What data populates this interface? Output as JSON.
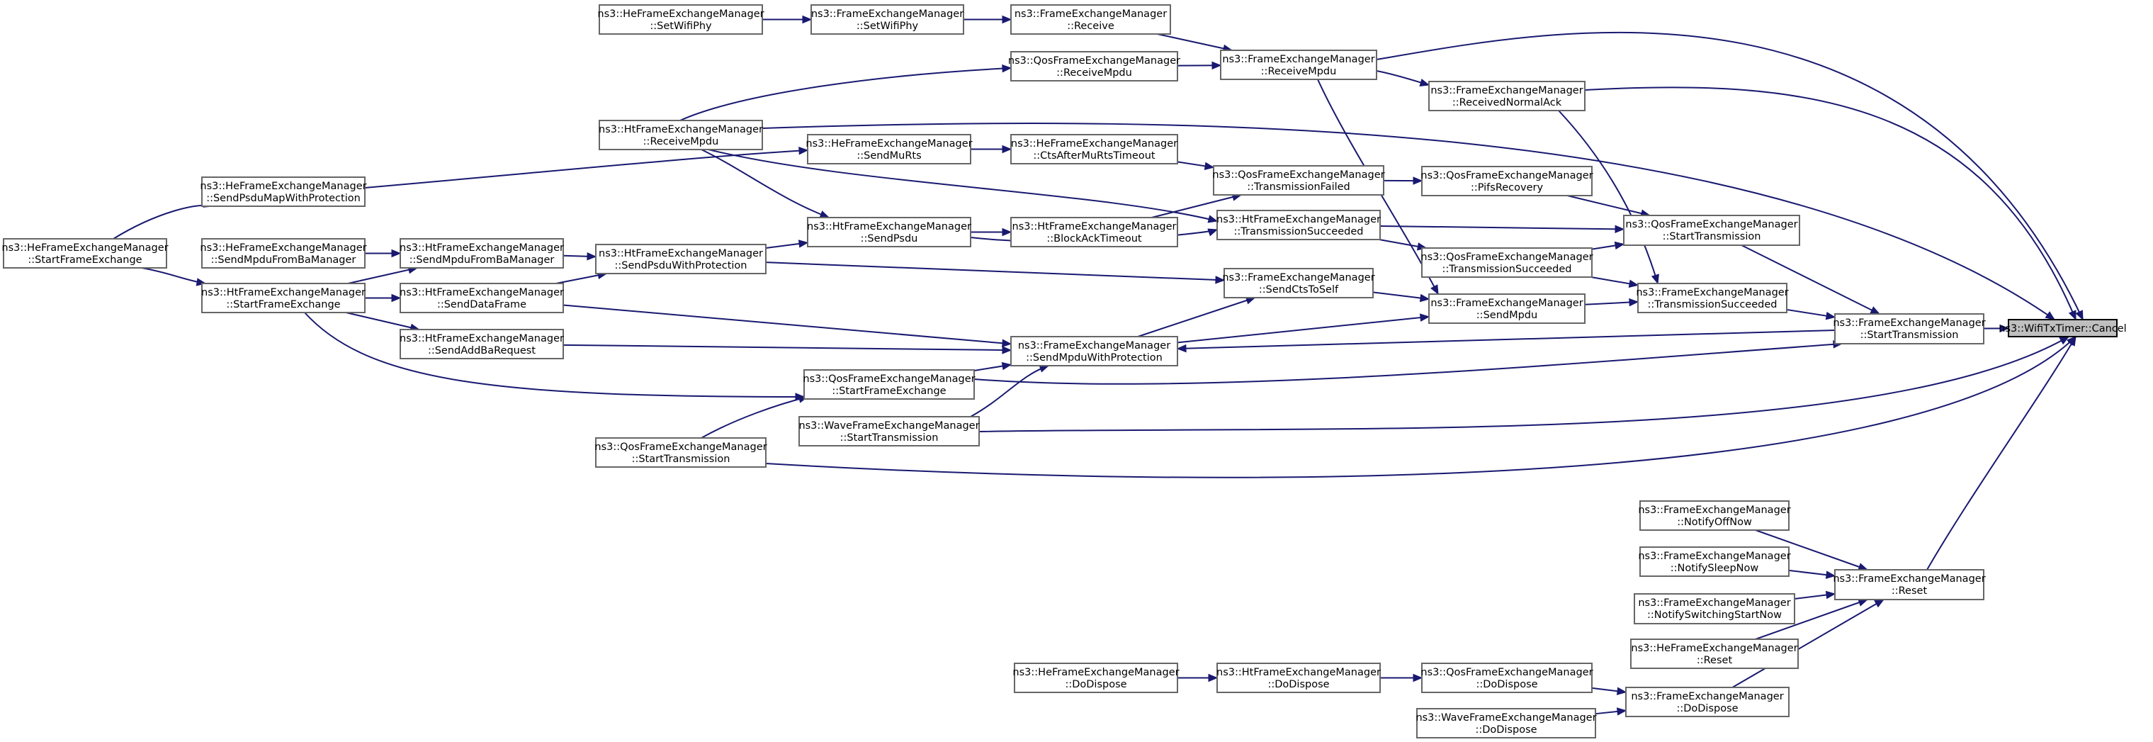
{
  "diagram": {
    "title": "",
    "nodes": [
      {
        "id": "root",
        "line1": "ns3::WifiTxTimer::Cancel",
        "line2": "",
        "root": true
      },
      {
        "id": "fem_starttx",
        "line1": "ns3::FrameExchangeManager",
        "line2": "::StartTransmission"
      },
      {
        "id": "fem_reset",
        "line1": "ns3::FrameExchangeManager",
        "line2": "::Reset"
      },
      {
        "id": "fem_dodispose",
        "line1": "ns3::FrameExchangeManager",
        "line2": "::DoDispose"
      },
      {
        "id": "fem_notifyoff",
        "line1": "ns3::FrameExchangeManager",
        "line2": "::NotifyOffNow"
      },
      {
        "id": "fem_notifysleep",
        "line1": "ns3::FrameExchangeManager",
        "line2": "::NotifySleepNow"
      },
      {
        "id": "fem_notifyswitch",
        "line1": "ns3::FrameExchangeManager",
        "line2": "::NotifySwitchingStartNow"
      },
      {
        "id": "hefem_reset",
        "line1": "ns3::HeFrameExchangeManager",
        "line2": "::Reset"
      },
      {
        "id": "qos_dodispose",
        "line1": "ns3::QosFrameExchangeManager",
        "line2": "::DoDispose"
      },
      {
        "id": "wave_dodispose",
        "line1": "ns3::WaveFrameExchangeManager",
        "line2": "::DoDispose"
      },
      {
        "id": "ht_dodispose",
        "line1": "ns3::HtFrameExchangeManager",
        "line2": "::DoDispose"
      },
      {
        "id": "he_dodispose",
        "line1": "ns3::HeFrameExchangeManager",
        "line2": "::DoDispose"
      },
      {
        "id": "qos_starttx",
        "line1": "ns3::QosFrameExchangeManager",
        "line2": "::StartTransmission"
      },
      {
        "id": "fem_txsucc",
        "line1": "ns3::FrameExchangeManager",
        "line2": "::TransmissionSucceeded"
      },
      {
        "id": "qos_txsucc",
        "line1": "ns3::QosFrameExchangeManager",
        "line2": "::TransmissionSucceeded"
      },
      {
        "id": "ht_txsucc",
        "line1": "ns3::HtFrameExchangeManager",
        "line2": "::TransmissionSucceeded"
      },
      {
        "id": "fem_sendmpdu",
        "line1": "ns3::FrameExchangeManager",
        "line2": "::SendMpdu"
      },
      {
        "id": "fem_sendcts",
        "line1": "ns3::FrameExchangeManager",
        "line2": "::SendCtsToSelf"
      },
      {
        "id": "fem_smwp",
        "line1": "ns3::FrameExchangeManager",
        "line2": "::SendMpduWithProtection"
      },
      {
        "id": "qos_pifs",
        "line1": "ns3::QosFrameExchangeManager",
        "line2": "::PifsRecovery"
      },
      {
        "id": "qos_txfail",
        "line1": "ns3::QosFrameExchangeManager",
        "line2": "::TransmissionFailed"
      },
      {
        "id": "fem_rna",
        "line1": "ns3::FrameExchangeManager",
        "line2": "::ReceivedNormalAck"
      },
      {
        "id": "fem_recvmpdu",
        "line1": "ns3::FrameExchangeManager",
        "line2": "::ReceiveMpdu"
      },
      {
        "id": "qos_recvmpdu",
        "line1": "ns3::QosFrameExchangeManager",
        "line2": "::ReceiveMpdu"
      },
      {
        "id": "fem_receive",
        "line1": "ns3::FrameExchangeManager",
        "line2": "::Receive"
      },
      {
        "id": "fem_setwifiphy",
        "line1": "ns3::FrameExchangeManager",
        "line2": "::SetWifiPhy"
      },
      {
        "id": "he_setwifiphy",
        "line1": "ns3::HeFrameExchangeManager",
        "line2": "::SetWifiPhy"
      },
      {
        "id": "ht_recvmpdu",
        "line1": "ns3::HtFrameExchangeManager",
        "line2": "::ReceiveMpdu"
      },
      {
        "id": "he_ctsafter",
        "line1": "ns3::HeFrameExchangeManager",
        "line2": "::CtsAfterMuRtsTimeout"
      },
      {
        "id": "he_sendmurts",
        "line1": "ns3::HeFrameExchangeManager",
        "line2": "::SendMuRts"
      },
      {
        "id": "he_spmwp",
        "line1": "ns3::HeFrameExchangeManager",
        "line2": "::SendPsduMapWithProtection"
      },
      {
        "id": "he_sfe",
        "line1": "ns3::HeFrameExchangeManager",
        "line2": "::StartFrameExchange"
      },
      {
        "id": "ht_blockack",
        "line1": "ns3::HtFrameExchangeManager",
        "line2": "::BlockAckTimeout"
      },
      {
        "id": "ht_sendpsdu",
        "line1": "ns3::HtFrameExchangeManager",
        "line2": "::SendPsdu"
      },
      {
        "id": "ht_spwp",
        "line1": "ns3::HtFrameExchangeManager",
        "line2": "::SendPsduWithProtection"
      },
      {
        "id": "ht_smfbam",
        "line1": "ns3::HtFrameExchangeManager",
        "line2": "::SendMpduFromBaManager"
      },
      {
        "id": "he_smfbam",
        "line1": "ns3::HeFrameExchangeManager",
        "line2": "::SendMpduFromBaManager"
      },
      {
        "id": "ht_sdf",
        "line1": "ns3::HtFrameExchangeManager",
        "line2": "::SendDataFrame"
      },
      {
        "id": "ht_sfe",
        "line1": "ns3::HtFrameExchangeManager",
        "line2": "::StartFrameExchange"
      },
      {
        "id": "ht_sabr",
        "line1": "ns3::HtFrameExchangeManager",
        "line2": "::SendAddBaRequest"
      },
      {
        "id": "qos_sfe",
        "line1": "ns3::QosFrameExchangeManager",
        "line2": "::StartFrameExchange"
      },
      {
        "id": "wave_starttx",
        "line1": "ns3::WaveFrameExchangeManager",
        "line2": "::StartTransmission"
      },
      {
        "id": "qos_starttx2",
        "line1": "ns3::QosFrameExchangeManager",
        "line2": "::StartTransmission"
      }
    ],
    "edges": [
      {
        "from": "fem_starttx",
        "to": "root"
      },
      {
        "from": "fem_reset",
        "to": "root"
      },
      {
        "from": "fem_recvmpdu",
        "to": "root"
      },
      {
        "from": "fem_rna",
        "to": "root"
      },
      {
        "from": "ht_recvmpdu",
        "to": "root"
      },
      {
        "from": "wave_starttx",
        "to": "root"
      },
      {
        "from": "qos_starttx2",
        "to": "root"
      },
      {
        "from": "fem_notifyoff",
        "to": "fem_reset"
      },
      {
        "from": "fem_notifysleep",
        "to": "fem_reset"
      },
      {
        "from": "fem_notifyswitch",
        "to": "fem_reset"
      },
      {
        "from": "hefem_reset",
        "to": "fem_reset"
      },
      {
        "from": "fem_dodispose",
        "to": "fem_reset"
      },
      {
        "from": "qos_dodispose",
        "to": "fem_dodispose"
      },
      {
        "from": "wave_dodispose",
        "to": "fem_dodispose"
      },
      {
        "from": "ht_dodispose",
        "to": "qos_dodispose"
      },
      {
        "from": "he_dodispose",
        "to": "ht_dodispose"
      },
      {
        "from": "qos_starttx",
        "to": "fem_starttx"
      },
      {
        "from": "fem_txsucc",
        "to": "fem_starttx"
      },
      {
        "from": "fem_starttx",
        "to": "fem_smwp"
      },
      {
        "from": "qos_sfe",
        "to": "fem_starttx"
      },
      {
        "from": "qos_pifs",
        "to": "qos_starttx"
      },
      {
        "from": "ht_txsucc",
        "to": "qos_starttx"
      },
      {
        "from": "qos_txsucc",
        "to": "qos_starttx"
      },
      {
        "from": "fem_rna",
        "to": "fem_txsucc"
      },
      {
        "from": "fem_sendmpdu",
        "to": "fem_txsucc"
      },
      {
        "from": "qos_txsucc",
        "to": "fem_txsucc"
      },
      {
        "from": "fem_sendcts",
        "to": "fem_sendmpdu"
      },
      {
        "from": "fem_smwp",
        "to": "fem_sendcts"
      },
      {
        "from": "fem_smwp",
        "to": "fem_sendmpdu"
      },
      {
        "from": "fem_recvmpdu",
        "to": "fem_sendmpdu"
      },
      {
        "from": "fem_recvmpdu",
        "to": "fem_rna"
      },
      {
        "from": "ht_txsucc",
        "to": "qos_txsucc"
      },
      {
        "from": "qos_txfail",
        "to": "qos_pifs"
      },
      {
        "from": "ht_sendpsdu",
        "to": "ht_txsucc"
      },
      {
        "from": "ht_recvmpdu",
        "to": "ht_txsucc"
      },
      {
        "from": "fem_receive",
        "to": "fem_recvmpdu"
      },
      {
        "from": "qos_recvmpdu",
        "to": "fem_recvmpdu"
      },
      {
        "from": "fem_setwifiphy",
        "to": "fem_receive"
      },
      {
        "from": "he_setwifiphy",
        "to": "fem_setwifiphy"
      },
      {
        "from": "ht_recvmpdu",
        "to": "qos_recvmpdu"
      },
      {
        "from": "he_ctsafter",
        "to": "qos_txfail"
      },
      {
        "from": "ht_blockack",
        "to": "qos_txfail"
      },
      {
        "from": "he_sendmurts",
        "to": "he_ctsafter"
      },
      {
        "from": "he_spmwp",
        "to": "he_sendmurts"
      },
      {
        "from": "he_sfe",
        "to": "he_spmwp"
      },
      {
        "from": "ht_sendpsdu",
        "to": "ht_blockack"
      },
      {
        "from": "ht_recvmpdu",
        "to": "ht_sendpsdu"
      },
      {
        "from": "ht_spwp",
        "to": "ht_sendpsdu"
      },
      {
        "from": "ht_spwp",
        "to": "fem_sendcts"
      },
      {
        "from": "ht_smfbam",
        "to": "ht_spwp"
      },
      {
        "from": "ht_sdf",
        "to": "ht_spwp"
      },
      {
        "from": "he_smfbam",
        "to": "ht_smfbam"
      },
      {
        "from": "ht_sfe",
        "to": "ht_smfbam"
      },
      {
        "from": "ht_sfe",
        "to": "ht_sdf"
      },
      {
        "from": "ht_sfe",
        "to": "ht_sabr"
      },
      {
        "from": "he_sfe",
        "to": "ht_sfe"
      },
      {
        "from": "ht_sdf",
        "to": "fem_smwp"
      },
      {
        "from": "ht_sabr",
        "to": "fem_smwp"
      },
      {
        "from": "qos_sfe",
        "to": "fem_smwp"
      },
      {
        "from": "wave_starttx",
        "to": "fem_smwp"
      },
      {
        "from": "ht_sfe",
        "to": "qos_sfe"
      },
      {
        "from": "qos_starttx2",
        "to": "qos_sfe"
      }
    ]
  }
}
